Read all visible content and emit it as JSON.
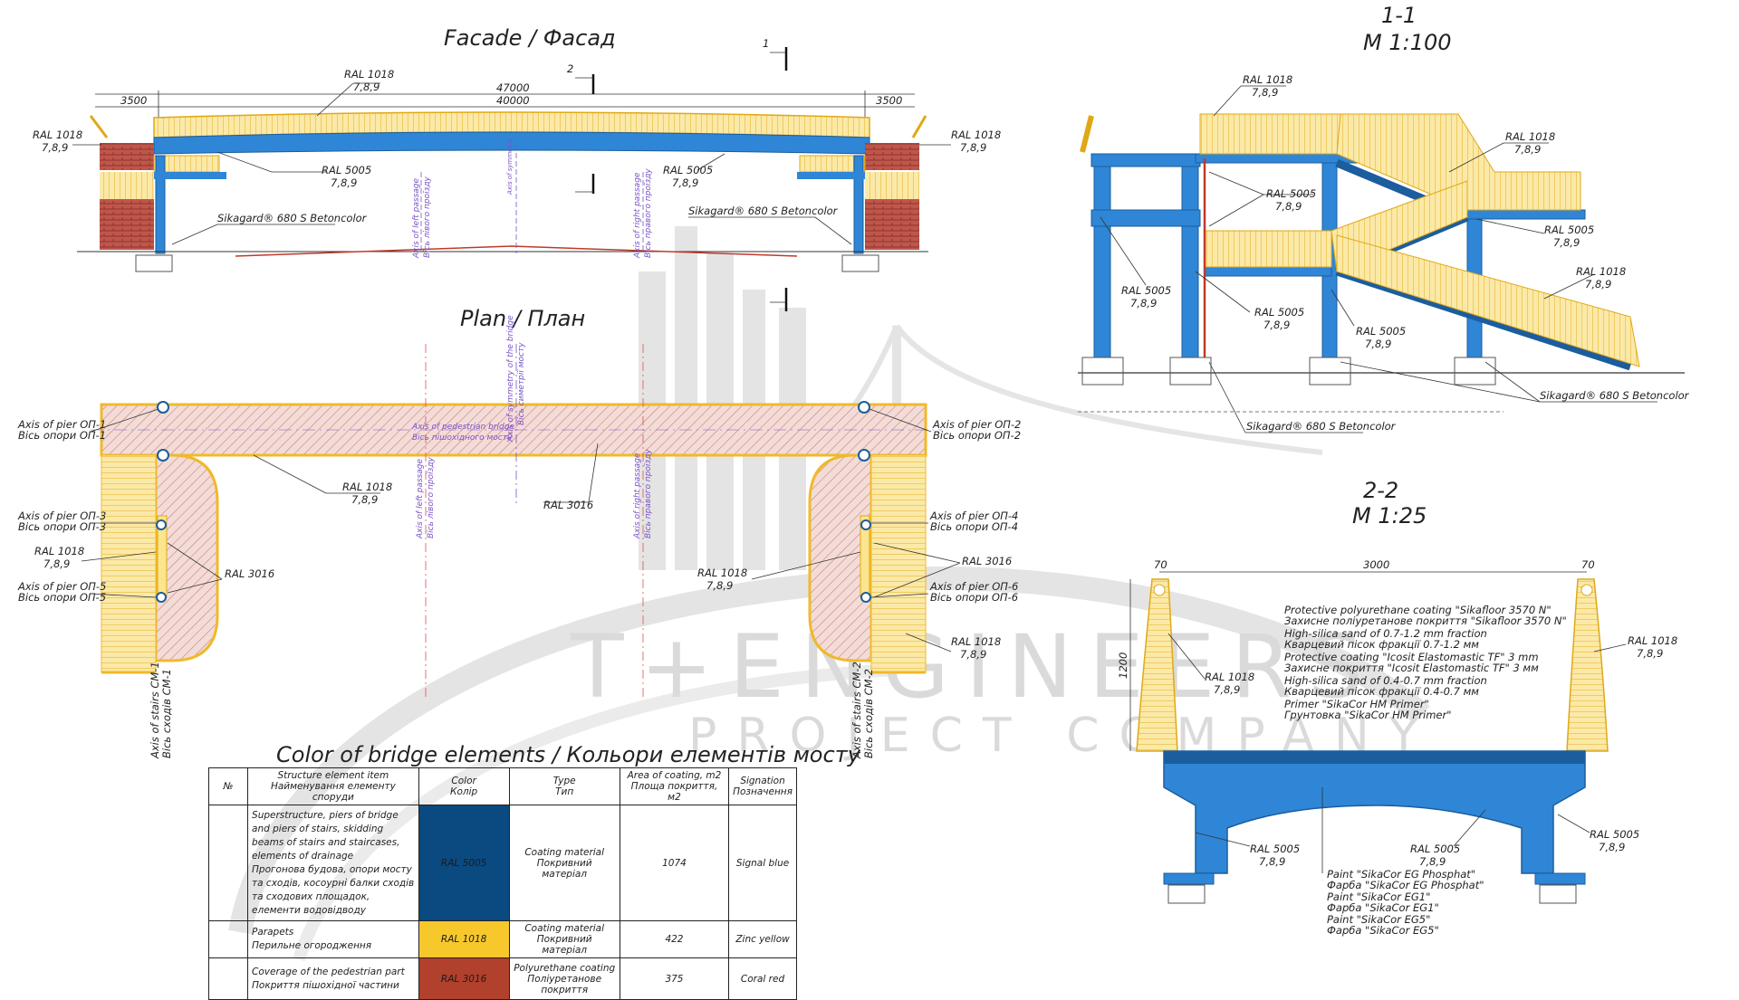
{
  "watermark": {
    "brand_line1": "T+ENGINEERS",
    "brand_line2": "PROJECT COMPANY"
  },
  "titles": {
    "facade": "Facade / Фасад",
    "plan": "Plan / План",
    "s11": "1-1",
    "s11_scale": "M 1:100",
    "s22": "2-2",
    "s22_scale": "M 1:25",
    "legend": "Color of bridge elements / Кольори елементів мосту"
  },
  "facade": {
    "dim_total": "47000",
    "dim_span": "40000",
    "dim_left": "3500",
    "dim_right": "3500",
    "cut1": "1",
    "cut2": "2",
    "top_color": "RAL 1018",
    "top_color_code": "7,8,9",
    "left_color": "RAL 1018",
    "left_color_code": "7,8,9",
    "right_color": "RAL 1018",
    "right_color_code": "7,8,9",
    "mid_left_color": "RAL 5005",
    "mid_left_code": "7,8,9",
    "mid_right_color": "RAL 5005",
    "mid_right_code": "7,8,9",
    "sika_left": "Sikagard® 680 S Betoncolor",
    "sika_right": "Sikagard® 680 S Betoncolor",
    "axis_left_passage": "Axis of left passage",
    "axis_left_passage_ua": "Вісь лівого проїзду",
    "axis_symmetry": "Axis of symmetry",
    "axis_right_passage": "Axis of right passage",
    "axis_right_passage_ua": "Вісь правого проїзду"
  },
  "plan": {
    "pier1": "Axis of pier ОП-1",
    "pier1_ua": "Вісь опори ОП-1",
    "pier2": "Axis of pier ОП-2",
    "pier2_ua": "Вісь опори ОП-2",
    "pier3": "Axis of pier ОП-3",
    "pier3_ua": "Вісь опори ОП-3",
    "pier4": "Axis of pier ОП-4",
    "pier4_ua": "Вісь опори ОП-4",
    "pier5": "Axis of pier ОП-5",
    "pier5_ua": "Вісь опори ОП-5",
    "pier6": "Axis of pier ОП-6",
    "pier6_ua": "Вісь опори ОП-6",
    "axis_ped": "Axis of pedestrian bridge",
    "axis_ped_ua": "Вісь пішохідного мосту",
    "axis_sym": "Axis of symmetry of the bridge",
    "axis_sym_ua": "Вісь симетрії мосту",
    "axis_left": "Axis of left passage",
    "axis_left_ua": "Вісь лівого проїзду",
    "axis_right": "Axis of right passage",
    "axis_right_ua": "Вісь правого проїзду",
    "stairs1": "Axis of stairs СМ-1",
    "stairs1_ua": "Вісь сходів СМ-1",
    "stairs2": "Axis of stairs СМ-2",
    "stairs2_ua": "Вісь сходів СМ-2",
    "c1": "RAL 1018",
    "c1_code": "7,8,9",
    "c2": "RAL 3016",
    "c3": "RAL 1018",
    "c3_code": "7,8,9",
    "c4": "RAL 3016",
    "c5": "RAL 1018",
    "c5_code": "7,8,9",
    "c6": "RAL 3016",
    "c7": "RAL 1018",
    "c7_code": "7,8,9"
  },
  "section11": {
    "c_top": "RAL 1018",
    "c_top_code": "7,8,9",
    "c_right_top": "RAL 1018",
    "c_right_top_code": "7,8,9",
    "c_mid": "RAL 5005",
    "c_mid_code": "7,8,9",
    "c_right_mid": "RAL 5005",
    "c_right_mid_code": "7,8,9",
    "c_right_low": "RAL 1018",
    "c_right_low_code": "7,8,9",
    "c_left_low": "RAL 5005",
    "c_left_low_code": "7,8,9",
    "c_mid_low": "RAL 5005",
    "c_mid_low_code": "7,8,9",
    "c_bot": "RAL 5005",
    "c_bot_code": "7,8,9",
    "sika_a": "Sikagard® 680 S Betoncolor",
    "sika_b": "Sikagard® 680 S Betoncolor"
  },
  "section22": {
    "dim_width": "3000",
    "dim_left": "70",
    "dim_right": "70",
    "dim_height": "1200",
    "layers": [
      "Protective polyurethane coating \"Sikafloor 3570 N\"",
      "Захисне поліуретанове покриття \"Sikafloor 3570 N\"",
      "High-silica sand of 0.7-1.2 mm fraction",
      "Кварцевий пісок фракції 0.7-1.2 мм",
      "Protective coating \"Icosit Elastomastic TF\" 3 mm",
      "Захисне покриття \"Icosit Elastomastic TF\" 3 мм",
      "High-silica sand of 0.4-0.7 mm fraction",
      "Кварцевий пісок фракції 0.4-0.7 мм",
      "Primer \"SikaCor HM Primer\"",
      "Грунтовка \"SikaCor HM Primer\""
    ],
    "paints": [
      "Paint \"SikaCor EG Phosphat\"",
      "Фарба \"SikaCor EG Phosphat\"",
      "Paint \"SikaCor EG1\"",
      "Фарба \"SikaCor EG1\"",
      "Paint \"SikaCor EG5\"",
      "Фарба \"SikaCor EG5\""
    ],
    "c_left": "RAL 1018",
    "c_left_code": "7,8,9",
    "c_right": "RAL 1018",
    "c_right_code": "7,8,9",
    "c_bl": "RAL 5005",
    "c_bl_code": "7,8,9",
    "c_bm": "RAL 5005",
    "c_bm_code": "7,8,9",
    "c_br": "RAL 5005",
    "c_br_code": "7,8,9"
  },
  "legend_table": {
    "headers": {
      "num": "№",
      "item_en": "Structure element item",
      "item_ua": "Найменування елементу споруди",
      "color_en": "Color",
      "color_ua": "Колір",
      "type_en": "Type",
      "type_ua": "Тип",
      "area_en": "Area of coating, m2",
      "area_ua": "Площа покриття, м2",
      "sig_en": "Signation",
      "sig_ua": "Позначення"
    },
    "rows": [
      {
        "item_en": "Superstructure, piers of bridge and piers of stairs, skidding beams of stairs and staircases, elements of drainage",
        "item_ua": "Прогонова будова, опори мосту та сходів, косоурні балки сходів та сходових площадок, елементи водовідводу",
        "color_name": "RAL 5005",
        "color_hex": "#0a4a80",
        "type_en": "Coating material",
        "type_ua": "Покривний матеріал",
        "area": "1074",
        "signation": "Signal blue"
      },
      {
        "item_en": "Parapets",
        "item_ua": "Перильне огородження",
        "color_name": "RAL 1018",
        "color_hex": "#f7c82c",
        "type_en": "Coating material",
        "type_ua": "Покривний матеріал",
        "area": "422",
        "signation": "Zinc yellow"
      },
      {
        "item_en": "Coverage of the pedestrian part",
        "item_ua": "Покриття пішохідної частини",
        "color_name": "RAL 3016",
        "color_hex": "#b1402c",
        "type_en": "Polyurethane coating",
        "type_ua": "Поліуретанове покриття",
        "area": "375",
        "signation": "Coral red"
      }
    ]
  },
  "colors": {
    "blue": "#2f86d6",
    "blue_dark": "#1b5d9e",
    "yellow": "#f5c542",
    "yellow_light": "#fbe58e",
    "red": "#c0392b",
    "hatch": "#d78b82"
  }
}
